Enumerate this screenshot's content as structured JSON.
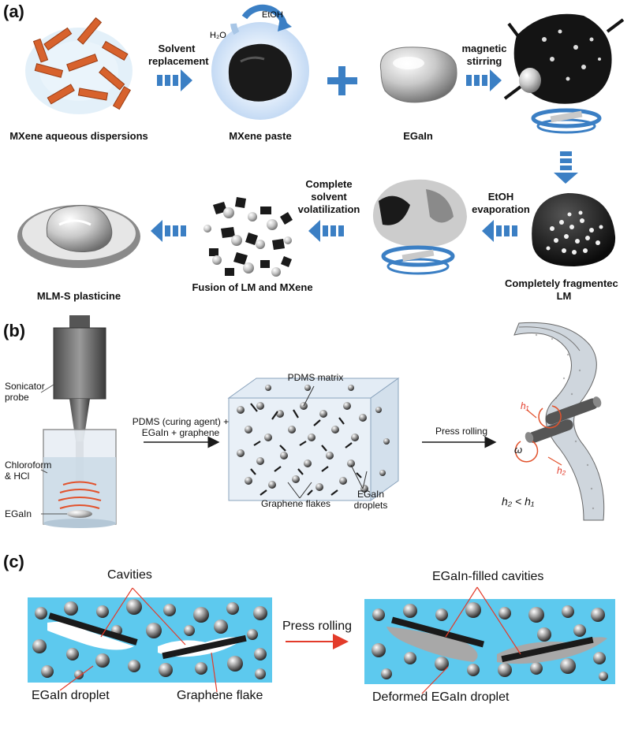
{
  "panels": {
    "a": {
      "letter": "(a)",
      "labels": {
        "mxene_disp": "MXene aqueous dispersions",
        "mxene_paste": "MXene paste",
        "egain": "EGaIn",
        "plasticine": "MLM-S plasticine",
        "fusion": "Fusion of LM and MXene",
        "fragmented_1": "Completely fragmentec",
        "fragmented_2": "LM",
        "solvent_repl_1": "Solvent",
        "solvent_repl_2": "replacement",
        "magnetic_1": "magnetic",
        "magnetic_2": "stirring",
        "etoh_evap_1": "EtOH",
        "etoh_evap_2": "evaporation",
        "complete_1": "Complete",
        "complete_2": "solvent",
        "complete_3": "volatilization",
        "etoh": "EtOH",
        "h2o": "H₂O",
        "plus": "+"
      }
    },
    "b": {
      "letter": "(b)",
      "labels": {
        "probe_1": "Sonicator",
        "probe_2": "probe",
        "chloroform_1": "Chloroform",
        "chloroform_2": "& HCl",
        "egain": "EGaIn",
        "arrow1_1": "PDMS (curing agent) +",
        "arrow1_2": "EGaIn + graphene",
        "pdms_matrix": "PDMS matrix",
        "graphene_flakes": "Graphene flakes",
        "egain_droplets_1": "EGaIn",
        "egain_droplets_2": "droplets",
        "press_rolling": "Press rolling",
        "h1": "h₁",
        "h2": "h₂",
        "omega": "ω",
        "relation": "h₂ < h₁"
      }
    },
    "c": {
      "letter": "(c)",
      "labels": {
        "cavities": "Cavities",
        "egain_droplet": "EGaIn droplet",
        "graphene_flake": "Graphene flake",
        "press_rolling": "Press rolling",
        "filled_cavities": "EGaIn-filled cavities",
        "deformed": "Deformed EGaIn droplet"
      }
    }
  },
  "colors": {
    "arrow_blue": "#3b7fc4",
    "matrix_blue": "#58c8ee",
    "red": "#e33b2a",
    "dark": "#1a1a1a"
  }
}
